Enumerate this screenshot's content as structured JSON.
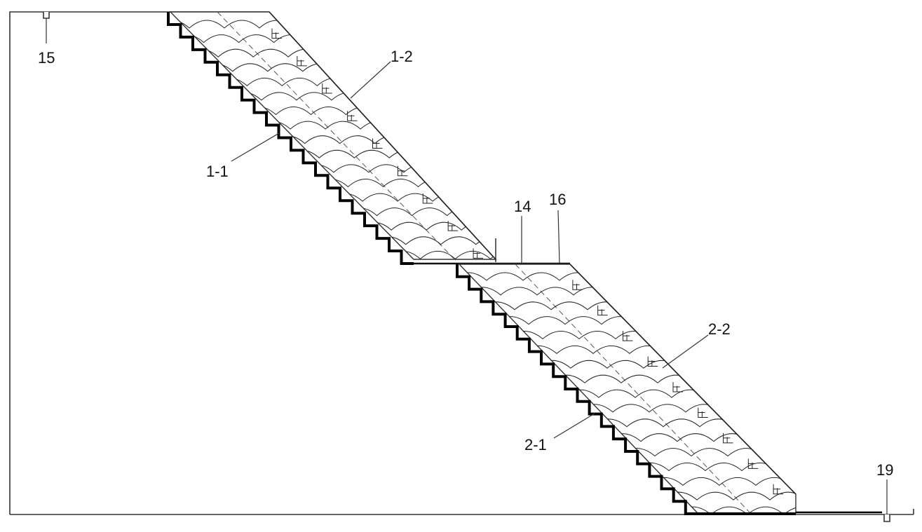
{
  "labels": {
    "l15": "15",
    "l1_2": "1-2",
    "l1_1": "1-1",
    "l14": "14",
    "l16": "16",
    "l2_2": "2-2",
    "l2_1": "2-1",
    "l19": "19"
  },
  "colors": {
    "line": "#222222",
    "fill": "#ffffff"
  }
}
